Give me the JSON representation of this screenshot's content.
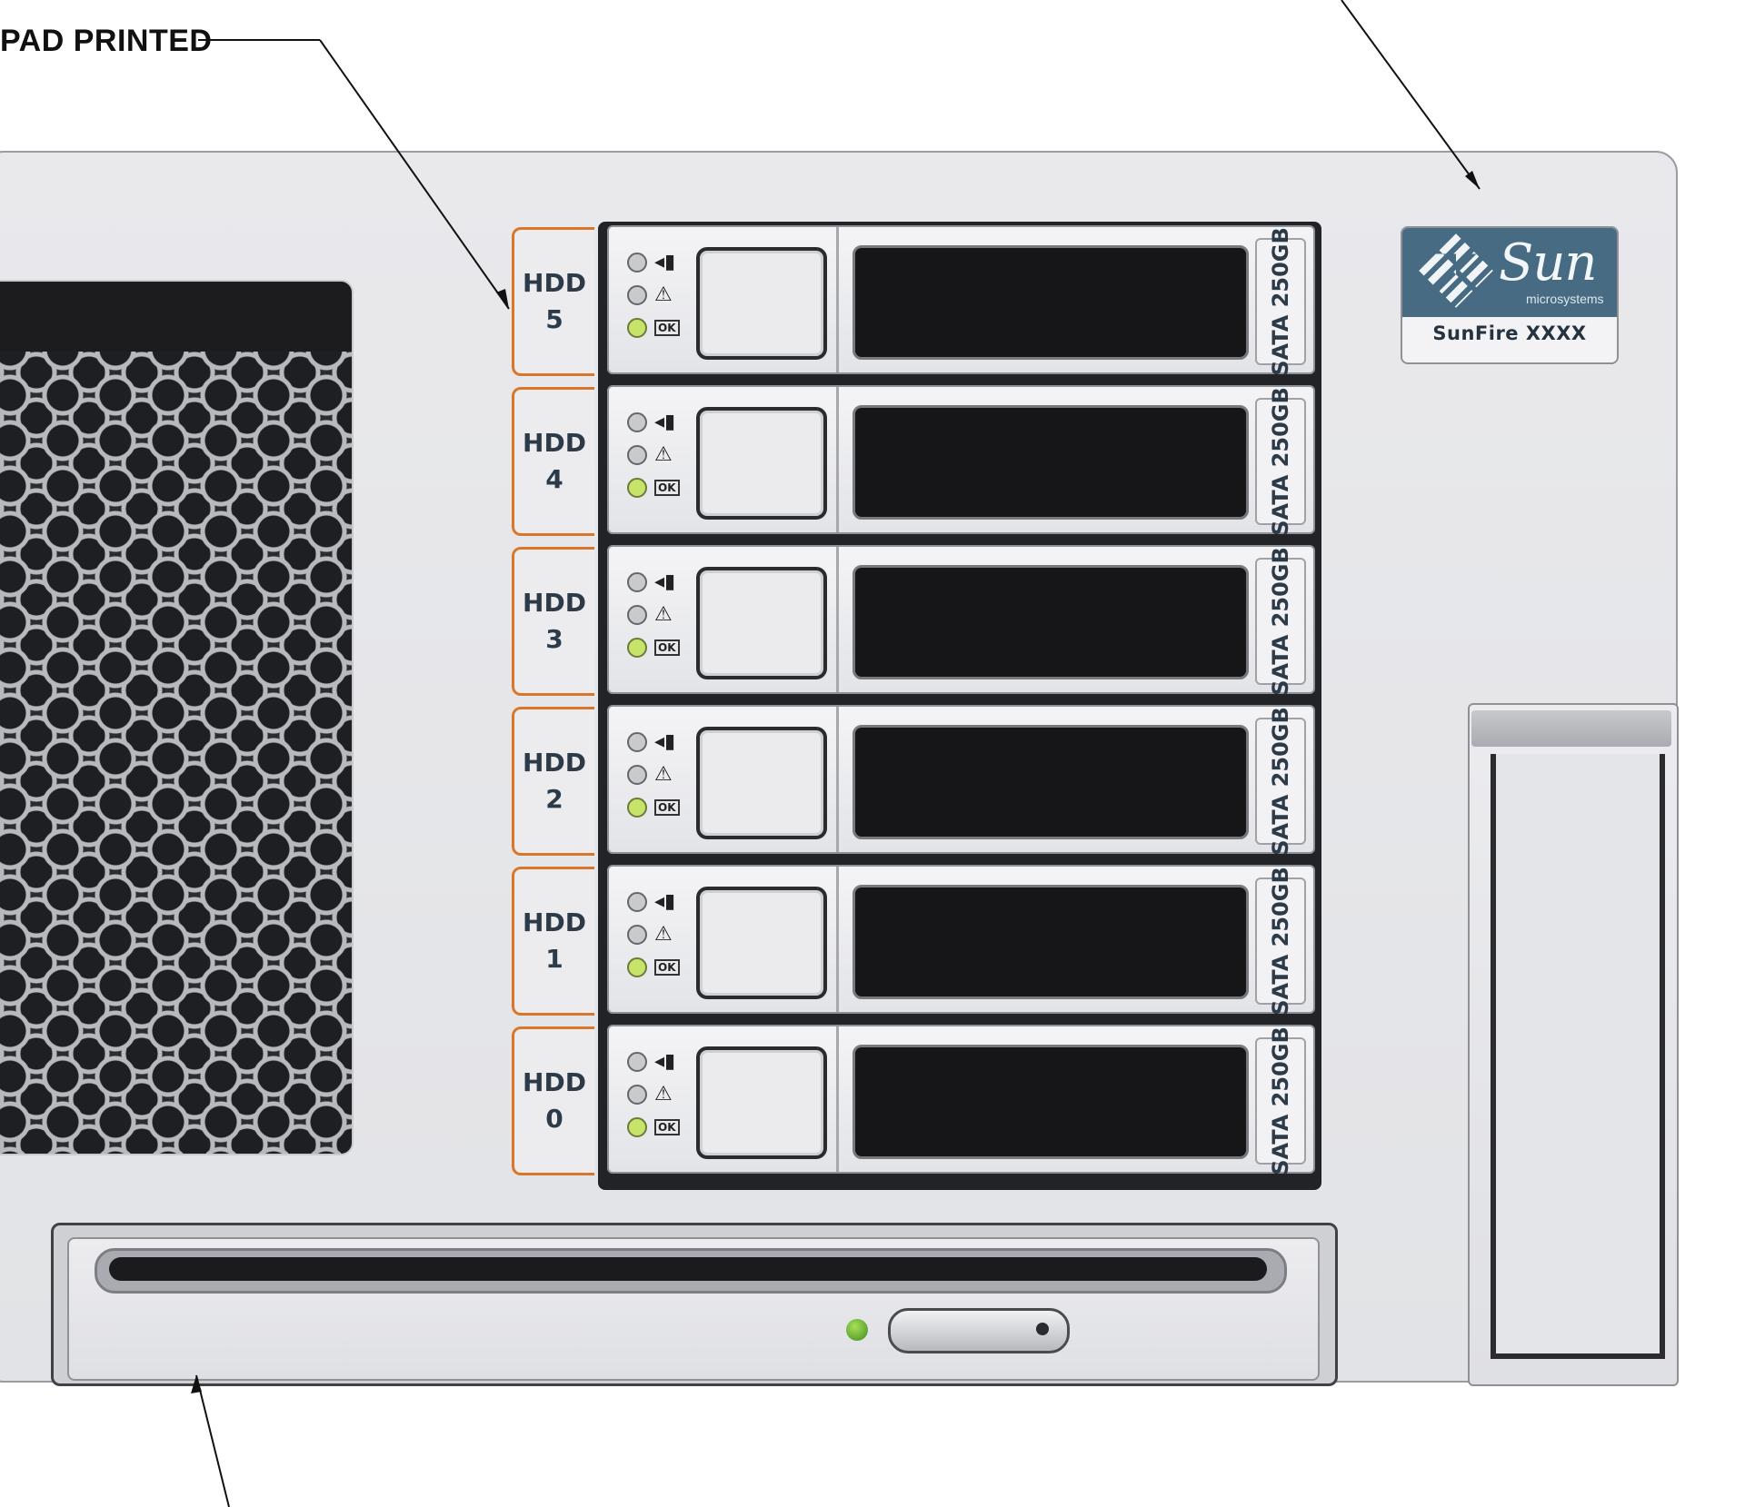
{
  "callout": {
    "label": "PAD PRINTED"
  },
  "drive_bays": [
    {
      "label_line1": "HDD",
      "label_line2": "5",
      "type": "SATA 250GB"
    },
    {
      "label_line1": "HDD",
      "label_line2": "4",
      "type": "SATA 250GB"
    },
    {
      "label_line1": "HDD",
      "label_line2": "3",
      "type": "SATA 250GB"
    },
    {
      "label_line1": "HDD",
      "label_line2": "2",
      "type": "SATA 250GB"
    },
    {
      "label_line1": "HDD",
      "label_line2": "1",
      "type": "SATA 250GB"
    },
    {
      "label_line1": "HDD",
      "label_line2": "0",
      "type": "SATA 250GB"
    }
  ],
  "led_icons": [
    "ready-to-remove-icon",
    "service-action-icon",
    "ok-icon"
  ],
  "led_ok_text": "OK",
  "badge": {
    "brand": "Sun",
    "sub": "microsystems",
    "model": "SunFire  XXXX"
  },
  "colors": {
    "label_border": "#d9762a",
    "badge_blue": "#466b83",
    "ok_led": "#c7e36a",
    "optical_led": "#3f8b1c"
  }
}
